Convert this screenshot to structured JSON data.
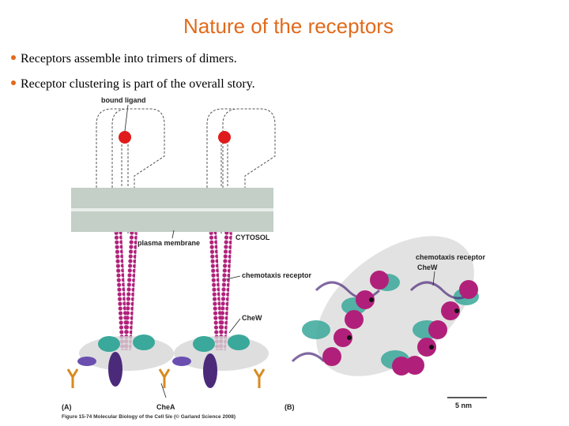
{
  "slide": {
    "title": "Nature of the receptors",
    "bullets": [
      "Receptors assemble into trimers of dimers.",
      "Receptor clustering is part of the overall story."
    ]
  },
  "figure": {
    "labels": {
      "bound_ligand": "bound ligand",
      "cytosol": "CYTOSOL",
      "plasma_membrane": "plasma membrane",
      "chemotaxis_receptor_a": "chemotaxis receptor",
      "chew_a": "CheW",
      "chea": "CheA",
      "panel_a": "(A)",
      "panel_b": "(B)",
      "chemotaxis_receptor_b": "chemotaxis receptor",
      "chew_b": "CheW",
      "scale": "5 nm",
      "caption": "Figure 15-74 Molecular Biology of the Cell 5/e (© Garland Science 2008)"
    },
    "colors": {
      "title": "#e06a1c",
      "membrane": "#c3cfc7",
      "receptor": "#b0207a",
      "ligand": "#e01b1b",
      "chew": "#3aa89a",
      "chea": "#4b2a7a"
    }
  }
}
